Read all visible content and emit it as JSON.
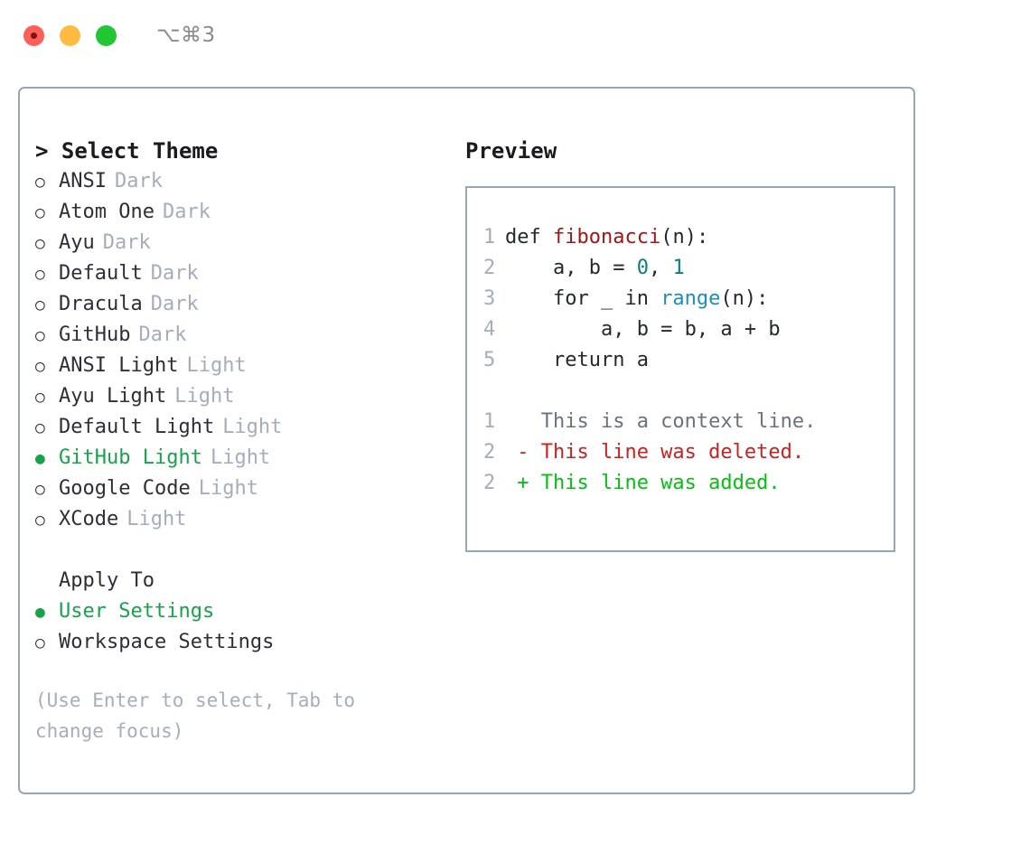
{
  "titlebar": {
    "shortcut": "⌥⌘3",
    "lights": [
      "close",
      "minimize",
      "zoom"
    ]
  },
  "theme_picker": {
    "header": "> Select Theme",
    "marker_selected": "●",
    "marker_unselected": "○",
    "items": [
      {
        "name": "ANSI",
        "variant": "Dark",
        "selected": false
      },
      {
        "name": "Atom One",
        "variant": "Dark",
        "selected": false
      },
      {
        "name": "Ayu",
        "variant": "Dark",
        "selected": false
      },
      {
        "name": "Default",
        "variant": "Dark",
        "selected": false
      },
      {
        "name": "Dracula",
        "variant": "Dark",
        "selected": false
      },
      {
        "name": "GitHub",
        "variant": "Dark",
        "selected": false
      },
      {
        "name": "ANSI Light",
        "variant": "Light",
        "selected": false
      },
      {
        "name": "Ayu Light",
        "variant": "Light",
        "selected": false
      },
      {
        "name": "Default Light",
        "variant": "Light",
        "selected": false
      },
      {
        "name": "GitHub Light",
        "variant": "Light",
        "selected": true
      },
      {
        "name": "Google Code",
        "variant": "Light",
        "selected": false
      },
      {
        "name": "XCode",
        "variant": "Light",
        "selected": false
      }
    ]
  },
  "apply_to": {
    "header": "Apply To",
    "items": [
      {
        "name": "User Settings",
        "selected": true
      },
      {
        "name": "Workspace Settings",
        "selected": false
      }
    ]
  },
  "hint": "(Use Enter to select, Tab to change focus)",
  "preview": {
    "header": "Preview",
    "code": [
      {
        "number": "1",
        "tokens": [
          {
            "text": "def ",
            "style": "plain"
          },
          {
            "text": "fibonacci",
            "style": "fn"
          },
          {
            "text": "(n):",
            "style": "plain"
          }
        ]
      },
      {
        "number": "2",
        "tokens": [
          {
            "text": "    a, b = ",
            "style": "plain"
          },
          {
            "text": "0",
            "style": "num"
          },
          {
            "text": ", ",
            "style": "plain"
          },
          {
            "text": "1",
            "style": "num"
          }
        ]
      },
      {
        "number": "3",
        "tokens": [
          {
            "text": "    for _ in ",
            "style": "plain"
          },
          {
            "text": "range",
            "style": "call"
          },
          {
            "text": "(n):",
            "style": "plain"
          }
        ]
      },
      {
        "number": "4",
        "tokens": [
          {
            "text": "        a, b = b, a + b",
            "style": "plain"
          }
        ]
      },
      {
        "number": "5",
        "tokens": [
          {
            "text": "    return a",
            "style": "plain"
          }
        ]
      }
    ],
    "diff": [
      {
        "number": "1",
        "sign": " ",
        "text": "This is a context line.",
        "kind": "context"
      },
      {
        "number": "2",
        "sign": "-",
        "text": "This line was deleted.",
        "kind": "deleted"
      },
      {
        "number": "2",
        "sign": "+",
        "text": "This line was added.",
        "kind": "added"
      }
    ]
  },
  "colors": {
    "accent_green": "#16a34a",
    "diff_add": "#07be12",
    "diff_del": "#cc1f1f",
    "muted": "#a5adba",
    "border": "#9aa5b4",
    "syntax_function": "#a31515",
    "syntax_number": "#0d7d7d",
    "syntax_call": "#1a8ec2"
  }
}
